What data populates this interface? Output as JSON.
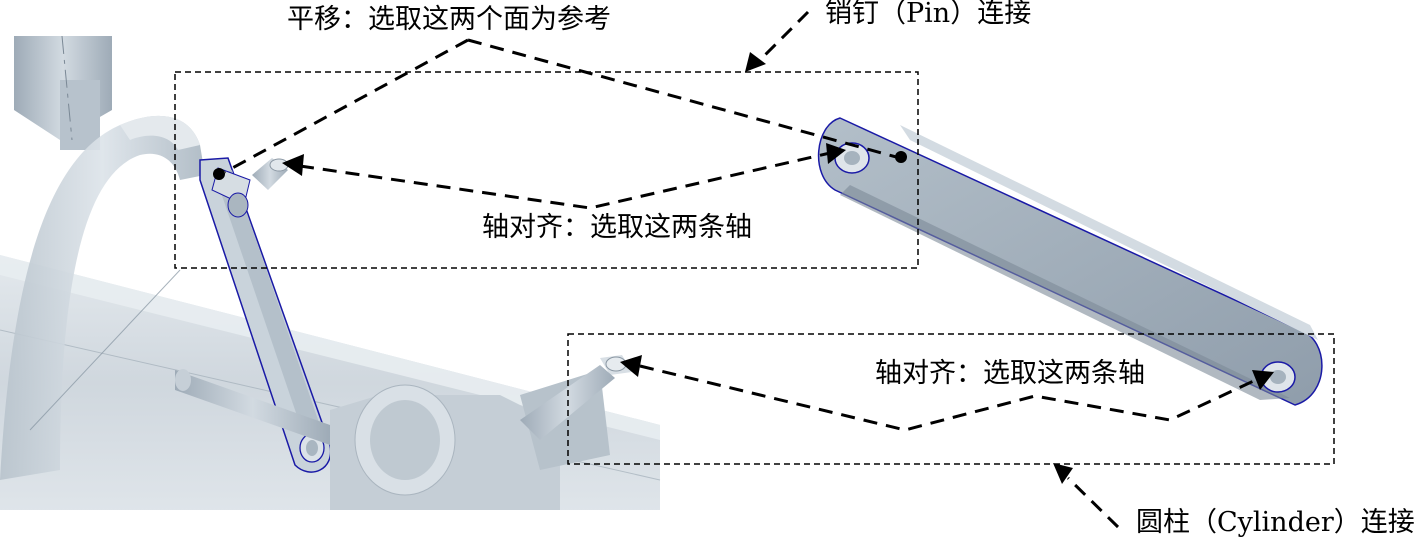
{
  "labels": {
    "translation_ref": "平移：选取这两个面为参考",
    "pin_connection": "销钉（Pin）连接",
    "axis_align_top": "轴对齐：选取这两条轴",
    "axis_align_bottom": "轴对齐：选取这两条轴",
    "cylinder_connection": "圆柱（Cylinder）连接"
  },
  "colors": {
    "model_light": "#c9d3db",
    "model_mid": "#a9b6c1",
    "model_dark": "#7f8e9b",
    "edge_highlight": "#1a1aa6",
    "leader": "#000000"
  }
}
